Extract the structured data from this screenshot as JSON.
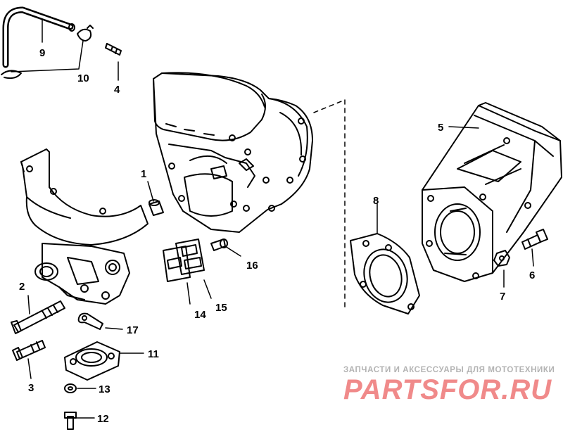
{
  "callouts": {
    "c1": "1",
    "c2": "2",
    "c3": "3",
    "c4": "4",
    "c5": "5",
    "c6": "6",
    "c7": "7",
    "c8": "8",
    "c9": "9",
    "c10": "10",
    "c11": "11",
    "c12": "12",
    "c13": "13",
    "c14": "14",
    "c15": "15",
    "c16": "16",
    "c17": "17"
  },
  "watermark": {
    "tagline": "ЗАПЧАСТИ И АКСЕССУАРЫ ДЛЯ МОТОТЕХНИКИ",
    "logo": "PARTSFOR.RU"
  },
  "colors": {
    "ink": "#000000",
    "watermark_logo": "#f08a8a",
    "watermark_text": "#b3b3b3"
  }
}
